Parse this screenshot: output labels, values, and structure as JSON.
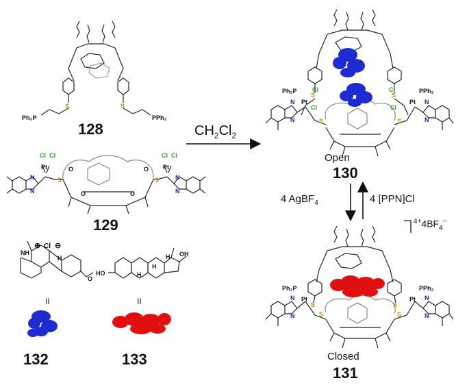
{
  "compounds": {
    "c128": "128",
    "c129": "129",
    "c130": "130",
    "c131": "131",
    "c132": "132",
    "c133": "133"
  },
  "reaction": {
    "solvent_main": "CH",
    "solvent_sub1": "2",
    "solvent_mid": "Cl",
    "solvent_sub2": "2"
  },
  "equilibrium": {
    "forward_pre": "4 AgBF",
    "forward_sub": "4",
    "reverse": "4 [PPN]Cl",
    "charge_sup": "4+",
    "counter_pre": "4BF",
    "counter_sub": "4",
    "counter_sup": "−"
  },
  "states": {
    "open": "Open",
    "closed": "Closed"
  },
  "atoms": {
    "ph2p": "Ph₂P",
    "pph2": "PPh₂",
    "s": "S",
    "pt": "Pt",
    "cl": "Cl",
    "n": "N",
    "nh": "NH",
    "oh": "OH",
    "ho": "HO",
    "h": "H",
    "o": "O",
    "plus": "⊕",
    "minus": "⊖",
    "eq": "II"
  },
  "colors": {
    "guest_blue": "#1d2bd0",
    "guest_red": "#e01010",
    "sulfur": "#d08a00",
    "phosphorus": "#9a1d9a",
    "chlorine": "#2aa02a",
    "nitrogen": "#1a1ab0"
  }
}
